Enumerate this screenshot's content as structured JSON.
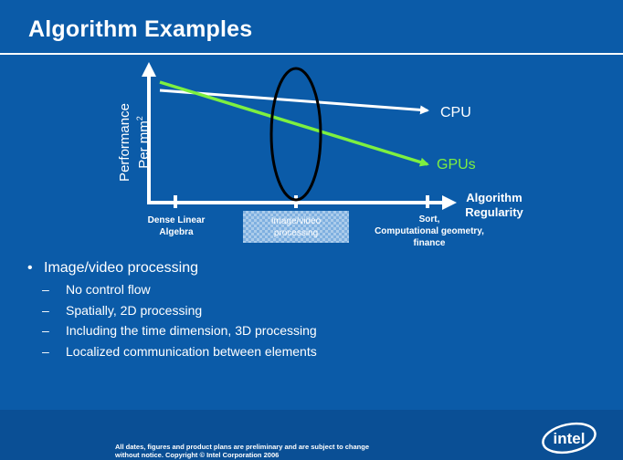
{
  "title": "Algorithm Examples",
  "chart": {
    "y_label_line1": "Performance",
    "y_label_line2": "Per mm",
    "y_label_sup": "2",
    "x_label_line1": "Algorithm",
    "x_label_line2": "Regularity",
    "ticks": [
      {
        "line1": "Dense Linear",
        "line2": "Algebra"
      },
      {
        "line1": "Image/video",
        "line2": "processing"
      },
      {
        "line1": "Sort,",
        "line2": "Computational geometry,",
        "line3": "finance"
      }
    ],
    "series": [
      {
        "name": "CPU",
        "color": "#ffffff"
      },
      {
        "name": "GPUs",
        "color": "#7df040"
      }
    ]
  },
  "bullets": {
    "main": "Image/video processing",
    "subs": [
      "No control flow",
      "Spatially, 2D processing",
      "Including the time dimension, 3D processing",
      "Localized communication between elements"
    ]
  },
  "footer": {
    "line1": "All dates, figures and product plans are preliminary and are subject to change",
    "line2": "without notice.   Copyright © Intel Corporation 2006"
  },
  "logo_text": "intel"
}
